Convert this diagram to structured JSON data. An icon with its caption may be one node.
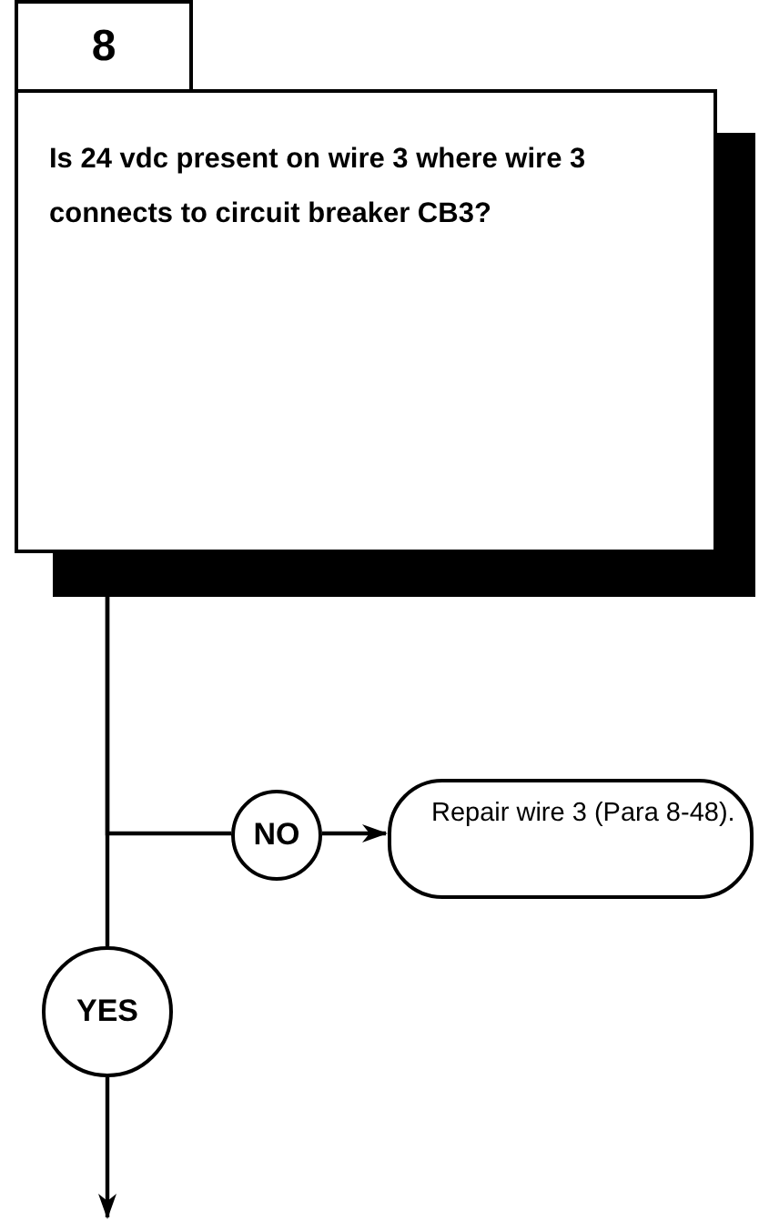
{
  "diagram": {
    "nodes": [
      {
        "text": [
          "8"
        ]
      },
      {
        "text": [
          "Is 24 vdc present on wire 3 where wire 3 connects to circuit breaker CB3?"
        ]
      },
      {
        "text": [
          "NO"
        ]
      },
      {
        "text": [
          "Repair wire 3 (Para 8-48)."
        ]
      },
      {
        "text": [
          "YES"
        ]
      }
    ],
    "edges": [
      {
        "from": 1,
        "to": 2,
        "arrow": "none"
      },
      {
        "from": 1,
        "to": 4,
        "arrow": "none"
      },
      {
        "from": 2,
        "to": 3,
        "arrow": "to"
      },
      {
        "from": 4,
        "to": null,
        "arrow": "to"
      }
    ]
  }
}
